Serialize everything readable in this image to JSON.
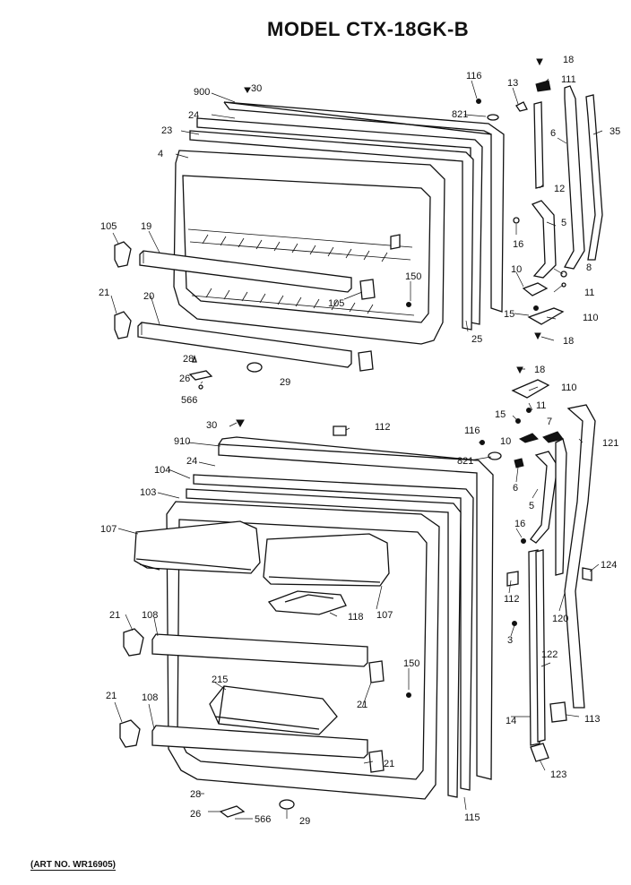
{
  "title": "MODEL CTX-18GK-B",
  "art_number": "(ART NO. WR16905)",
  "callouts": {
    "upper": [
      "30",
      "900",
      "24",
      "23",
      "4",
      "105",
      "19",
      "21",
      "20",
      "105",
      "150",
      "25",
      "28",
      "26",
      "566",
      "29",
      "116",
      "821",
      "13",
      "18",
      "111",
      "6",
      "35",
      "12",
      "16",
      "5",
      "10",
      "8",
      "11",
      "15",
      "110",
      "18"
    ],
    "lower": [
      "18",
      "110",
      "15",
      "11",
      "7",
      "10",
      "30",
      "112",
      "116",
      "910",
      "24",
      "104",
      "103",
      "107",
      "821",
      "6",
      "121",
      "5",
      "16",
      "124",
      "112",
      "3",
      "120",
      "107",
      "118",
      "21",
      "108",
      "150",
      "215",
      "21",
      "122",
      "21",
      "108",
      "14",
      "113",
      "21",
      "123",
      "28",
      "26",
      "566",
      "29",
      "115"
    ]
  }
}
